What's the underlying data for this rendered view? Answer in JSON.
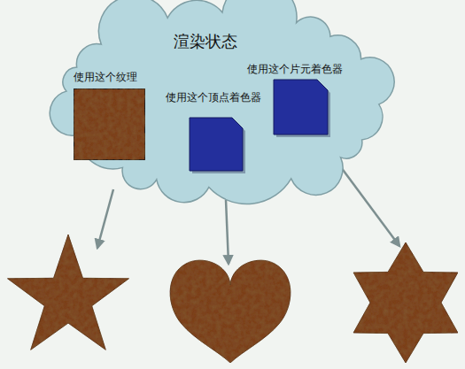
{
  "diagram": {
    "nodes": [
      {
        "text": [
          "渲染状态"
        ]
      },
      {
        "text": [
          "使用这个纹理"
        ],
        "in": 0
      },
      {
        "text": [
          "使用这个顶点着色器"
        ],
        "in": 0
      },
      {
        "text": [
          "使用这个片元着色器"
        ],
        "in": 0
      }
    ]
  }
}
